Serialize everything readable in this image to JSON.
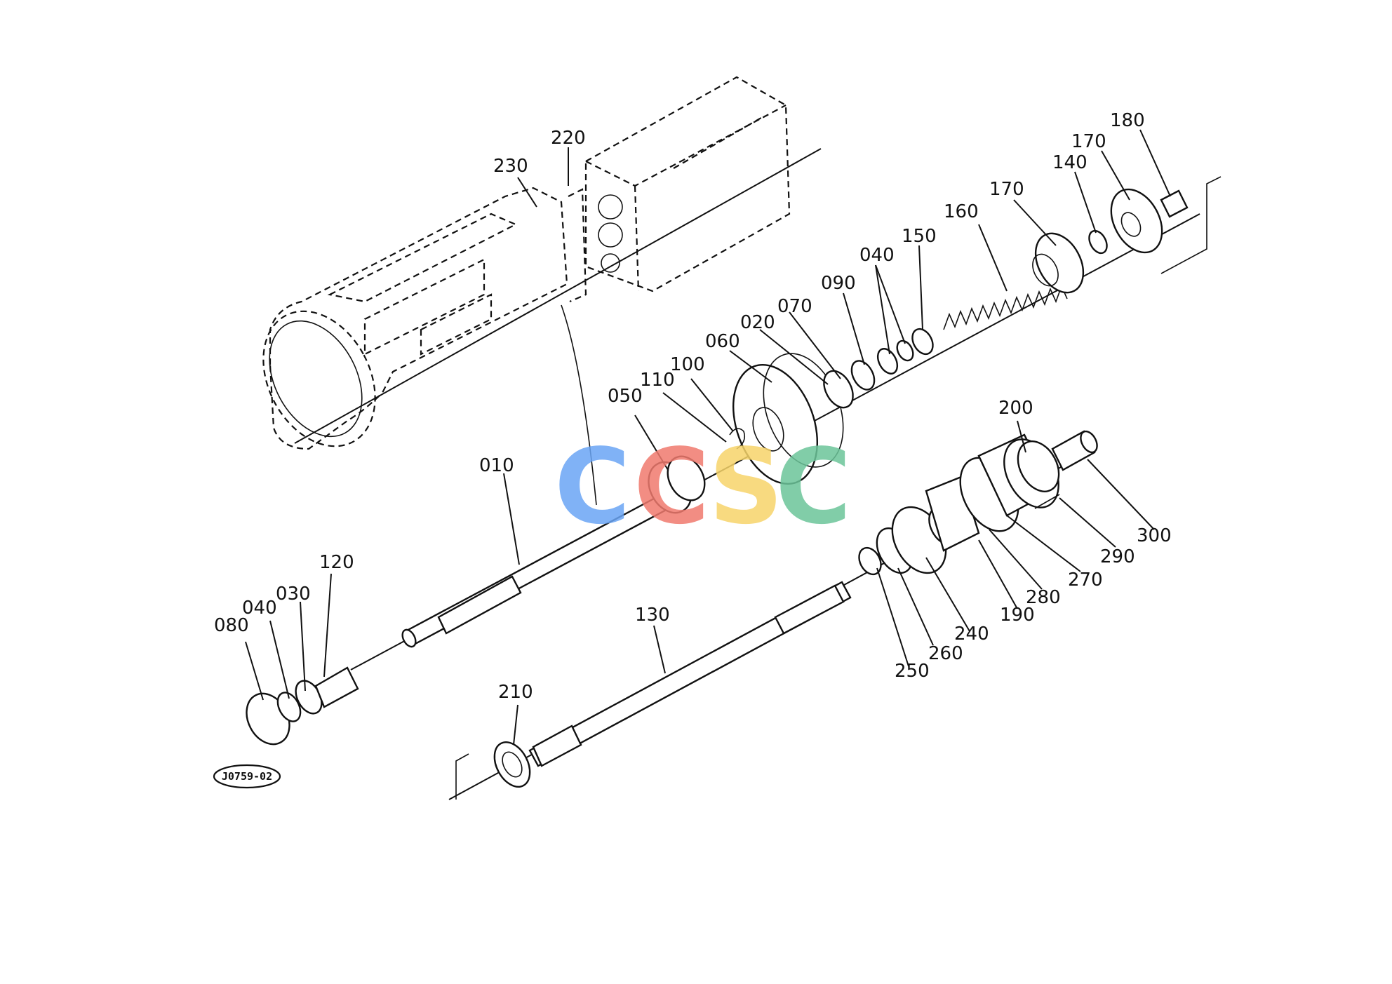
{
  "diagram": {
    "reference_code": "J0759-02",
    "callouts": [
      {
        "id": "010",
        "label": "010"
      },
      {
        "id": "020",
        "label": "020"
      },
      {
        "id": "030",
        "label": "030"
      },
      {
        "id": "040a",
        "label": "040"
      },
      {
        "id": "040b",
        "label": "040"
      },
      {
        "id": "050",
        "label": "050"
      },
      {
        "id": "060",
        "label": "060"
      },
      {
        "id": "070",
        "label": "070"
      },
      {
        "id": "080",
        "label": "080"
      },
      {
        "id": "090",
        "label": "090"
      },
      {
        "id": "100",
        "label": "100"
      },
      {
        "id": "110",
        "label": "110"
      },
      {
        "id": "120",
        "label": "120"
      },
      {
        "id": "130",
        "label": "130"
      },
      {
        "id": "140",
        "label": "140"
      },
      {
        "id": "150",
        "label": "150"
      },
      {
        "id": "160",
        "label": "160"
      },
      {
        "id": "170a",
        "label": "170"
      },
      {
        "id": "170b",
        "label": "170"
      },
      {
        "id": "180",
        "label": "180"
      },
      {
        "id": "190",
        "label": "190"
      },
      {
        "id": "200",
        "label": "200"
      },
      {
        "id": "210",
        "label": "210"
      },
      {
        "id": "220",
        "label": "220"
      },
      {
        "id": "230",
        "label": "230"
      },
      {
        "id": "240",
        "label": "240"
      },
      {
        "id": "250",
        "label": "250"
      },
      {
        "id": "260",
        "label": "260"
      },
      {
        "id": "270",
        "label": "270"
      },
      {
        "id": "280",
        "label": "280"
      },
      {
        "id": "290",
        "label": "290"
      },
      {
        "id": "300",
        "label": "300"
      }
    ]
  },
  "watermark": {
    "letters": [
      "C",
      "C",
      "S",
      "C"
    ],
    "colors": [
      "#6aa5f5",
      "#f07a6e",
      "#f7d46a",
      "#6cc59a"
    ]
  }
}
